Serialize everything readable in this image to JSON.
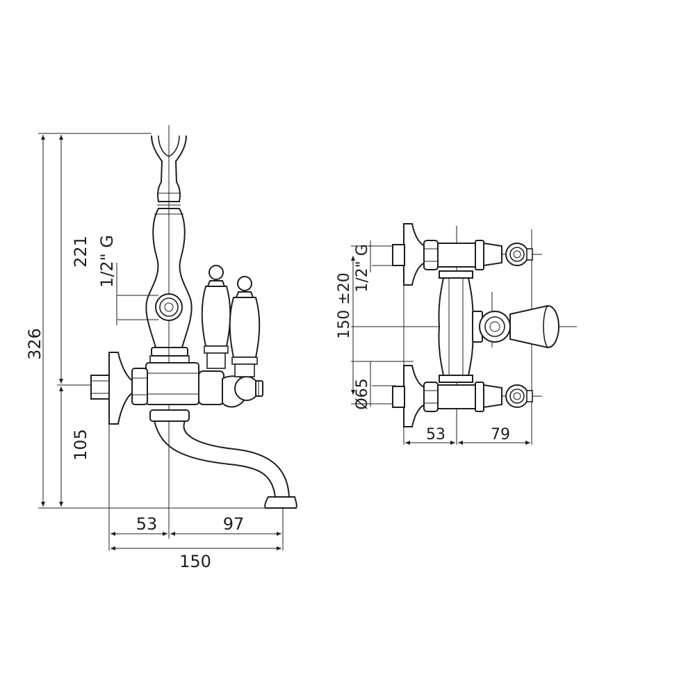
{
  "front_view": {
    "dimensions": {
      "total_height": "326",
      "upper_height": "221",
      "lower_height": "105",
      "inlet_to_axis": "53",
      "axis_to_spout": "97",
      "total_width": "150",
      "shower_connection": "1/2\" G"
    }
  },
  "side_view": {
    "dimensions": {
      "inlet_spacing": "150 ±20",
      "inlet_thread": "1/2\" G",
      "flange_diameter": "Ø65",
      "wall_to_axis": "53",
      "axis_to_handle": "79"
    }
  },
  "colors": {
    "line": "#1e1e1e",
    "background": "#ffffff"
  }
}
